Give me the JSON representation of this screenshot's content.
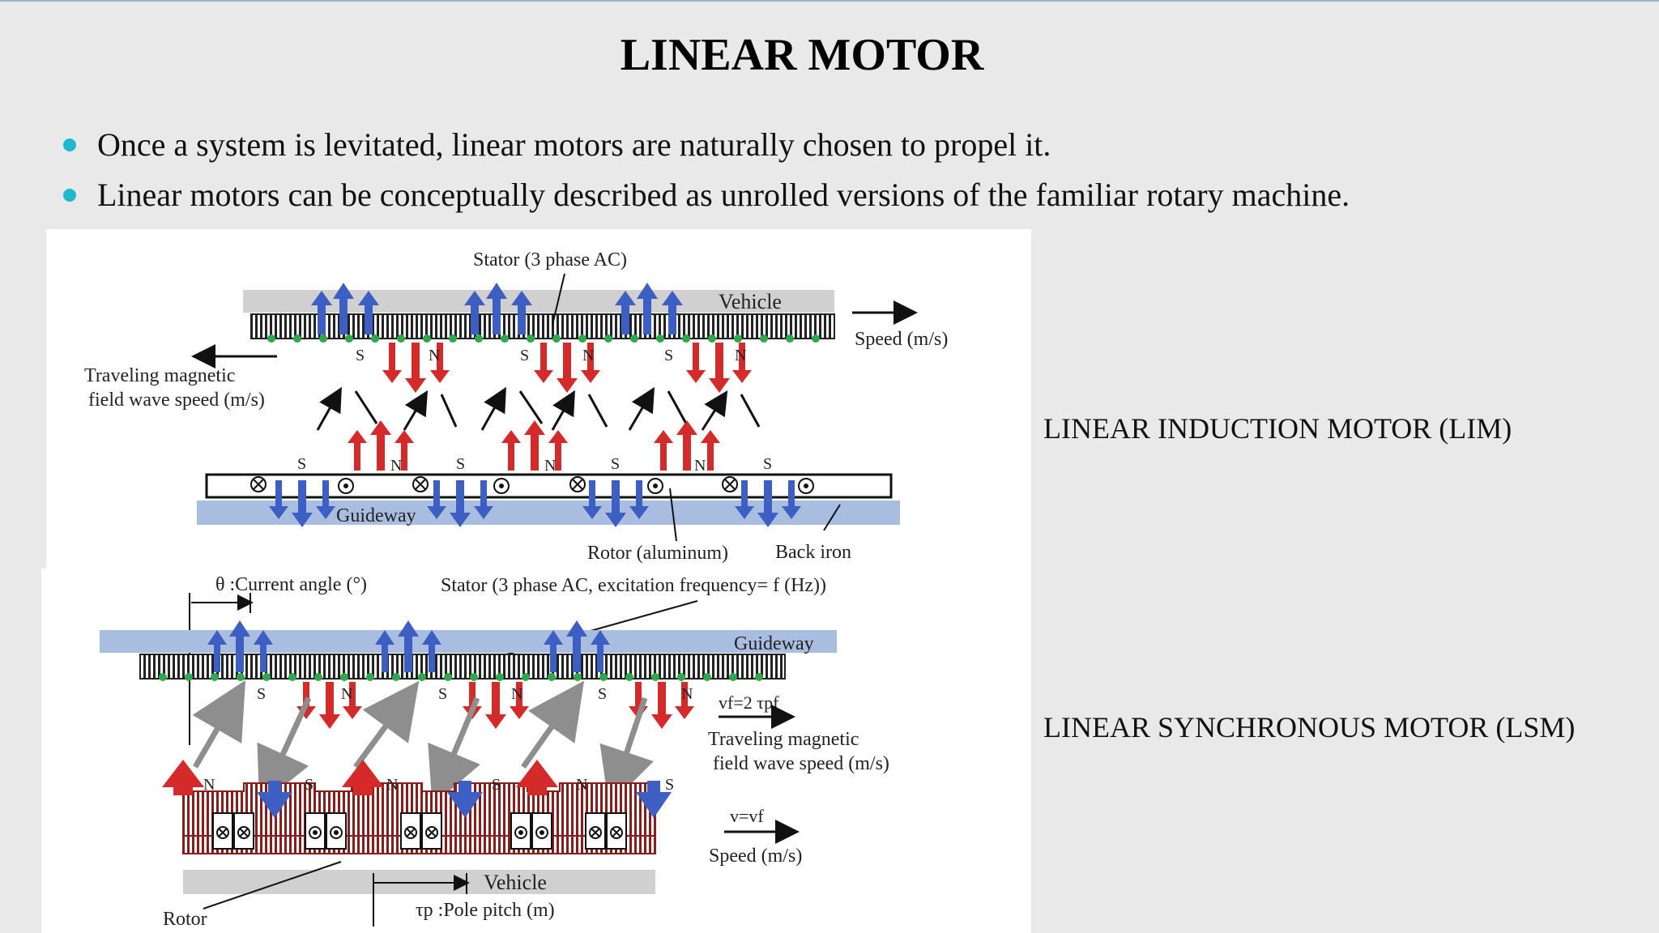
{
  "slide": {
    "title": "LINEAR MOTOR",
    "bullets": [
      "Once a system is levitated, linear motors are naturally chosen to propel it.",
      "Linear motors can be conceptually described as unrolled versions of the familiar rotary machine."
    ]
  },
  "lim": {
    "side_label": "LINEAR INDUCTION MOTOR (LIM)",
    "stator_label": "Stator (3 phase  AC)",
    "vehicle_label": "Vehicle",
    "speed_label": "Speed (m/s)",
    "wave_label_1": "Traveling magnetic",
    "wave_label_2": "field wave speed (m/s)",
    "guideway_label": "Guideway",
    "rotor_label": "Rotor (aluminum)",
    "backiron_label": "Back iron",
    "pole_s": "S",
    "pole_n": "N"
  },
  "lsm": {
    "side_label": "LINEAR SYNCHRONOUS MOTOR (LSM)",
    "angle_label": "θ :Current angle (°)",
    "stator_label": "Stator (3 phase  AC, excitation frequency= f (Hz))",
    "guideway_label": "Guideway",
    "vf_label": "vf=2 τpf",
    "wave_label_1": "Traveling magnetic",
    "wave_label_2": "field wave  speed (m/s)",
    "v_label": "v=vf",
    "speed_label": "Speed (m/s)",
    "vehicle_label": "Vehicle",
    "rotor_label": "Rotor",
    "pitch_label": "τp :Pole pitch (m)",
    "pole_s": "S",
    "pole_n": "N"
  },
  "colors": {
    "accent_bullet": "#1fb8cf",
    "red_arrow": "#d42a2a",
    "blue_arrow": "#3d5fc4",
    "guideway": "#a9bde0"
  }
}
